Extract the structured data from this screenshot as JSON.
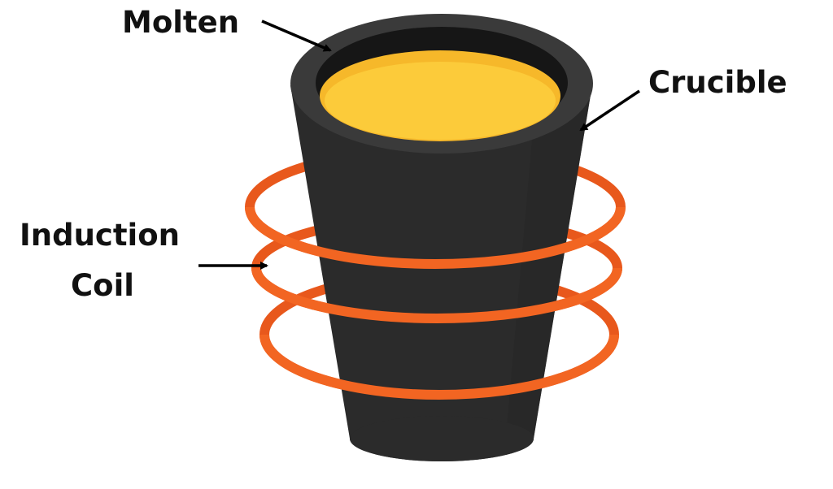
{
  "labels": {
    "molten": "Molten",
    "crucible": "Crucible",
    "induction_line1": "Induction",
    "induction_line2": "Coil"
  },
  "colors": {
    "crucible": "#2b2b2b",
    "rim": "#3a3a3a",
    "inner": "#161616",
    "molten": "#fccb3a",
    "molten_edge": "#f6b82a",
    "coil": "#f26522"
  }
}
